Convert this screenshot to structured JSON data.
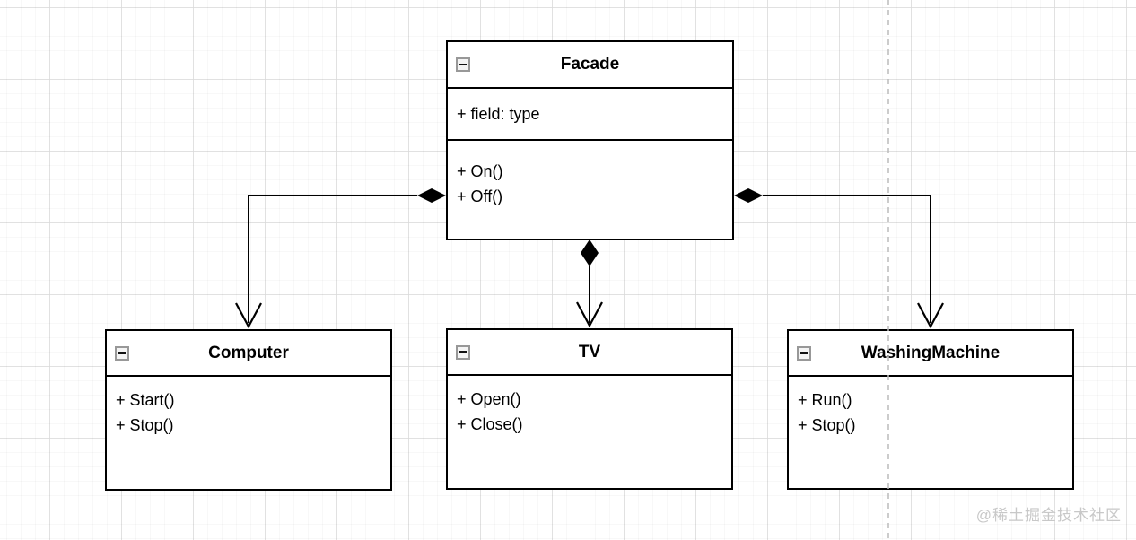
{
  "diagram": {
    "type": "uml-class-diagram",
    "pattern": "Facade",
    "classes": {
      "facade": {
        "title": "Facade",
        "attributes": [
          "+ field: type"
        ],
        "methods": [
          "+ On()",
          "+ Off()"
        ]
      },
      "computer": {
        "title": "Computer",
        "methods": [
          "+ Start()",
          "+ Stop()"
        ]
      },
      "tv": {
        "title": "TV",
        "methods": [
          "+ Open()",
          "+ Close()"
        ]
      },
      "washing_machine": {
        "title": "WashingMachine",
        "methods": [
          "+ Run()",
          "+ Stop()"
        ]
      }
    },
    "relations": [
      {
        "source": "Facade",
        "target": "Computer",
        "type": "composition",
        "source_marker": "filled-diamond",
        "target_marker": "open-arrow"
      },
      {
        "source": "Facade",
        "target": "TV",
        "type": "composition",
        "source_marker": "filled-diamond",
        "target_marker": "open-arrow"
      },
      {
        "source": "Facade",
        "target": "WashingMachine",
        "type": "composition",
        "source_marker": "filled-diamond",
        "target_marker": "open-arrow"
      }
    ],
    "collapse_icon": "minus"
  },
  "watermark": {
    "text": "@稀土掘金技术社区"
  },
  "colors": {
    "shape_stroke": "#000000",
    "shape_fill": "#ffffff",
    "grid_major": "#e7e7e7",
    "page_divider": "#bbbbbb",
    "collapse_icon_border": "#989898",
    "collapse_icon_fill": "#f4f4f4",
    "watermark": "#c8c8c8"
  }
}
